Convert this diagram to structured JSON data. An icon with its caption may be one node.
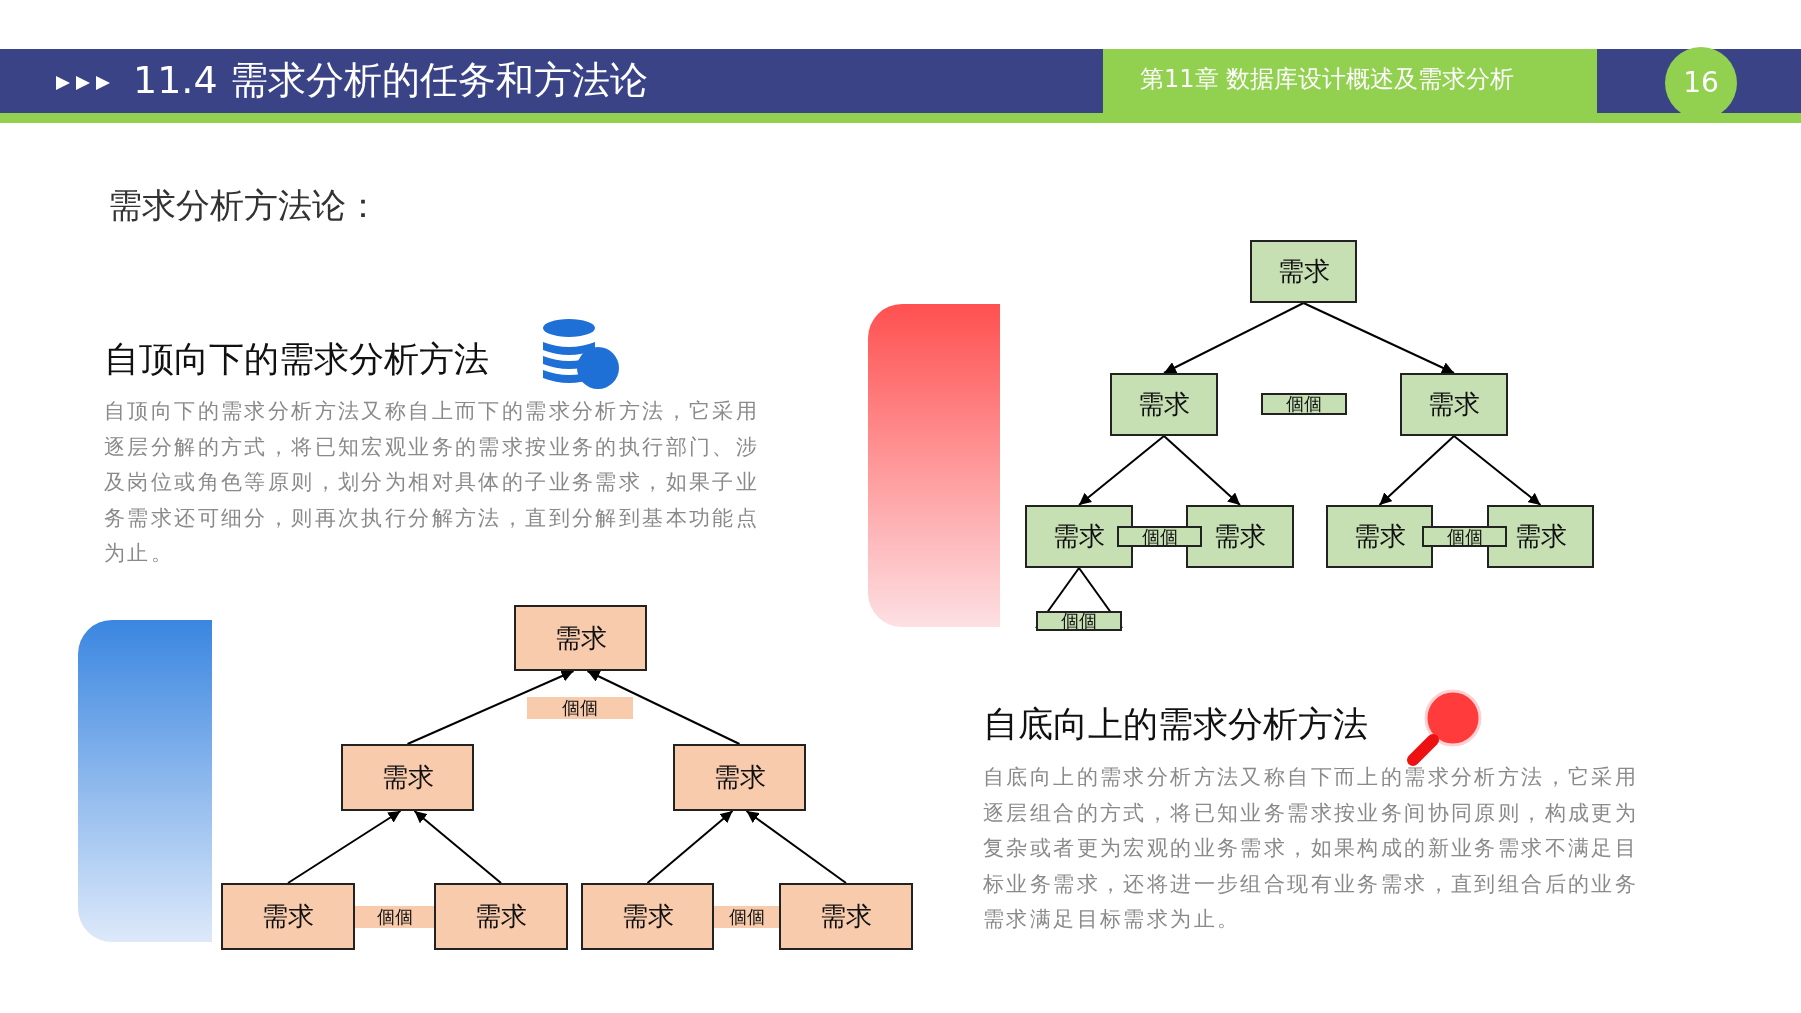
{
  "diagram": {
    "title": "11.4 需求分析的任务和方法论",
    "nodes": [
      {
        "text": [
          "需求"
        ]
      },
      {
        "text": [
          "需求"
        ]
      },
      {
        "text": [
          "個個"
        ]
      },
      {
        "text": [
          "需求"
        ]
      },
      {
        "text": [
          "需求"
        ]
      },
      {
        "text": [
          "個個"
        ]
      },
      {
        "text": [
          "需求"
        ]
      },
      {
        "text": [
          "需求"
        ]
      },
      {
        "text": [
          "個個"
        ]
      },
      {
        "text": [
          "需求"
        ]
      },
      {
        "text": [
          "個個"
        ]
      },
      {
        "text": [
          "需求"
        ]
      },
      {
        "text": [
          "個個"
        ]
      },
      {
        "text": [
          "需求"
        ]
      },
      {
        "text": [
          "需求"
        ]
      },
      {
        "text": [
          "需求"
        ]
      },
      {
        "text": [
          "個個"
        ]
      },
      {
        "text": [
          "需求"
        ]
      },
      {
        "text": [
          "需求"
        ]
      },
      {
        "text": [
          "個個"
        ]
      },
      {
        "text": [
          "需求"
        ]
      }
    ],
    "edges": [
      {
        "from": 0,
        "to": 1,
        "arrow": "to"
      },
      {
        "from": 0,
        "to": 3,
        "arrow": "to"
      },
      {
        "from": 1,
        "to": 4,
        "arrow": "to"
      },
      {
        "from": 1,
        "to": 6,
        "arrow": "to"
      },
      {
        "from": 3,
        "to": 7,
        "arrow": "to"
      },
      {
        "from": 3,
        "to": 9,
        "arrow": "to"
      },
      {
        "from": 4,
        "to": 10,
        "arrow": "to"
      },
      {
        "from": 4,
        "to": 10,
        "arrow": "to"
      },
      {
        "from": 13,
        "to": 11,
        "arrow": "to"
      },
      {
        "from": 14,
        "to": 11,
        "arrow": "to"
      },
      {
        "from": 15,
        "to": 13,
        "arrow": "to"
      },
      {
        "from": 17,
        "to": 13,
        "arrow": "to"
      },
      {
        "from": 18,
        "to": 14,
        "arrow": "to"
      },
      {
        "from": 20,
        "to": 14,
        "arrow": "to"
      }
    ],
    "labels": [
      "第11章 数据库设计概述及需求分析",
      "16",
      "需求分析方法论：",
      "自顶向下的需求分析方法",
      "自顶向下的需求分析方法又称自上而下的需求分析方法，它采用逐层分解的方式，将已知宏观业务的需求按业务的执行部门、涉及岗位或角色等原则，划分为相对具体的子业务需求，如果子业务需求还可细分，则再次执行分解方法，直到分解到基本功能点为止。",
      "自底向上的需求分析方法",
      "自底向上的需求分析方法又称自下而上的需求分析方法，它采用逐层组合的方式，将已知业务需求按业务间协同原则，构成更为复杂或者更为宏观的业务需求，如果构成的新业务需求不满足目标业务需求，还将进一步组合现有业务需求，直到组合后的业务需求满足目标需求为止。"
    ]
  }
}
